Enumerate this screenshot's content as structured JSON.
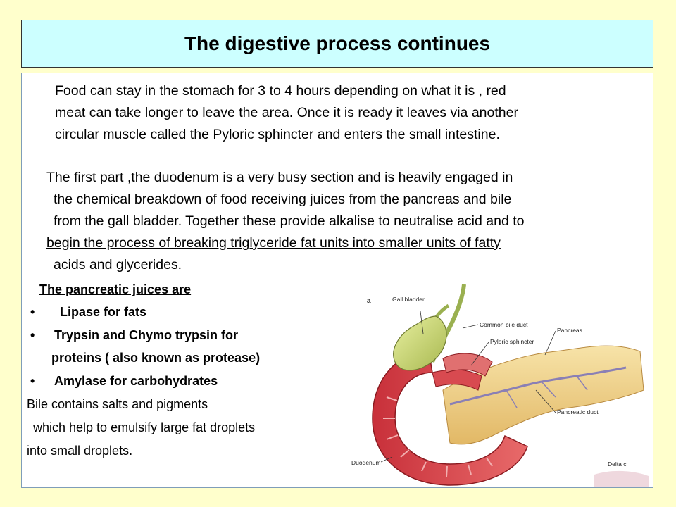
{
  "slide": {
    "title": "The digestive process continues",
    "paragraph1": [
      "Food can stay in the stomach for 3 to 4 hours depending on what it is , red",
      "meat can take longer to leave the area. Once it is ready it leaves via another",
      "circular muscle called the Pyloric sphincter and enters the small intestine."
    ],
    "paragraph2": [
      "The first part ,the duodenum is a very busy section and is heavily engaged in",
      "the chemical breakdown of food receiving juices from the pancreas and bile",
      "from the gall bladder. Together these provide alkalise to neutralise acid and to"
    ],
    "paragraph3": [
      "begin the process of breaking triglyceride fat units  into smaller units  of fatty",
      "acids and glycerides."
    ],
    "juices_heading": "The pancreatic juices are",
    "bullets": [
      "Lipase for fats",
      "Trypsin and Chymo trypsin for",
      "Amylase for carbohydrates"
    ],
    "bullet2_continuation": "proteins ( also known as protease)",
    "bile_lines": [
      "Bile contains salts and pigments",
      " which help to emulsify large fat droplets",
      "into small droplets."
    ],
    "bullet_char": "•"
  },
  "diagram": {
    "panel_letter": "a",
    "labels": {
      "gall_bladder": "Gall bladder",
      "common_bile_duct": "Common bile duct",
      "pancreas": "Pancreas",
      "pyloric_sphincter": "Pyloric sphincter",
      "pancreatic_duct": "Pancreatic duct",
      "duodenum": "Duodenum",
      "delta": "Delta c"
    }
  }
}
